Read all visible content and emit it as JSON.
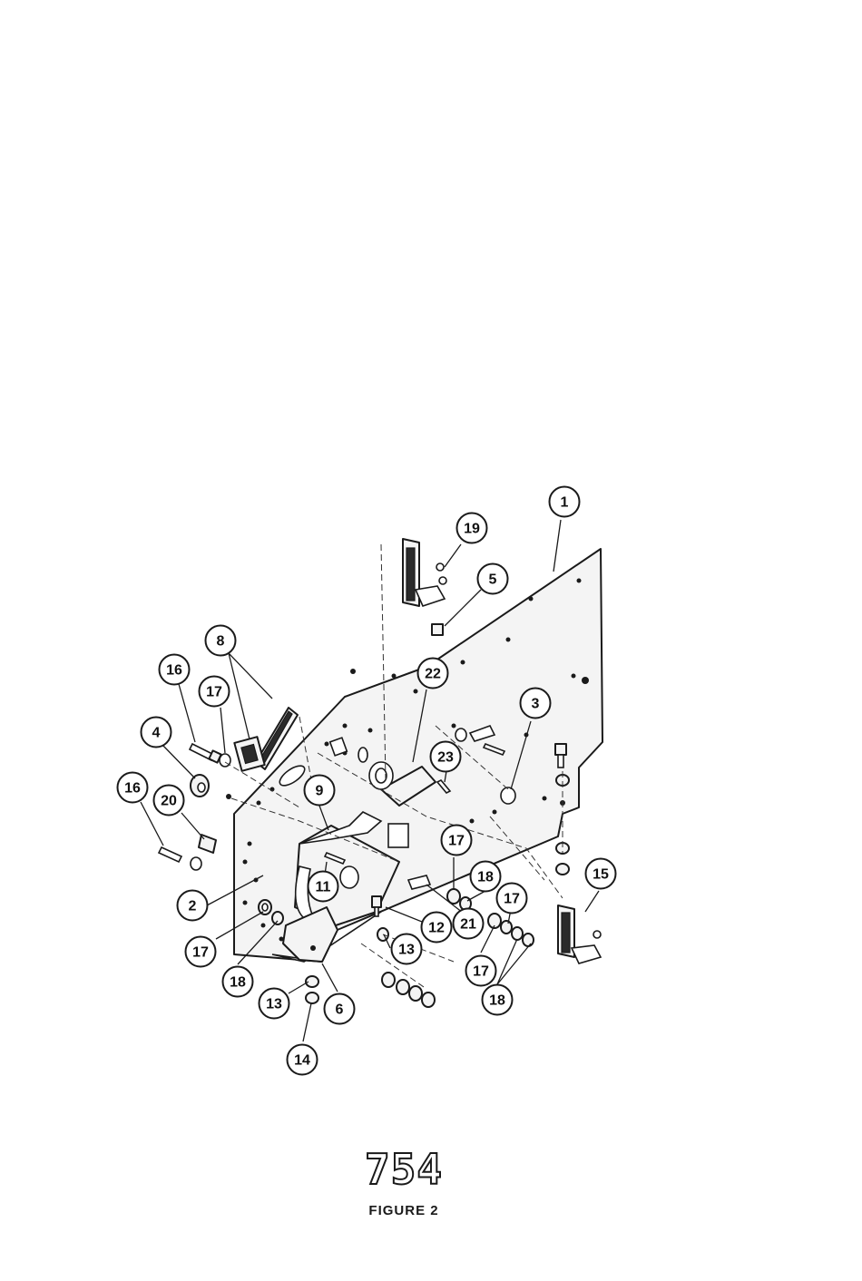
{
  "document": {
    "number": "754",
    "figure_label": "FIGURE 2"
  },
  "callouts": [
    {
      "label": "1"
    },
    {
      "label": "19"
    },
    {
      "label": "5"
    },
    {
      "label": "8"
    },
    {
      "label": "22"
    },
    {
      "label": "16"
    },
    {
      "label": "17"
    },
    {
      "label": "3"
    },
    {
      "label": "4"
    },
    {
      "label": "23"
    },
    {
      "label": "16"
    },
    {
      "label": "20"
    },
    {
      "label": "9"
    },
    {
      "label": "17"
    },
    {
      "label": "18"
    },
    {
      "label": "15"
    },
    {
      "label": "11"
    },
    {
      "label": "17"
    },
    {
      "label": "2"
    },
    {
      "label": "12"
    },
    {
      "label": "21"
    },
    {
      "label": "17"
    },
    {
      "label": "13"
    },
    {
      "label": "17"
    },
    {
      "label": "18"
    },
    {
      "label": "18"
    },
    {
      "label": "13"
    },
    {
      "label": "6"
    },
    {
      "label": "14"
    }
  ]
}
